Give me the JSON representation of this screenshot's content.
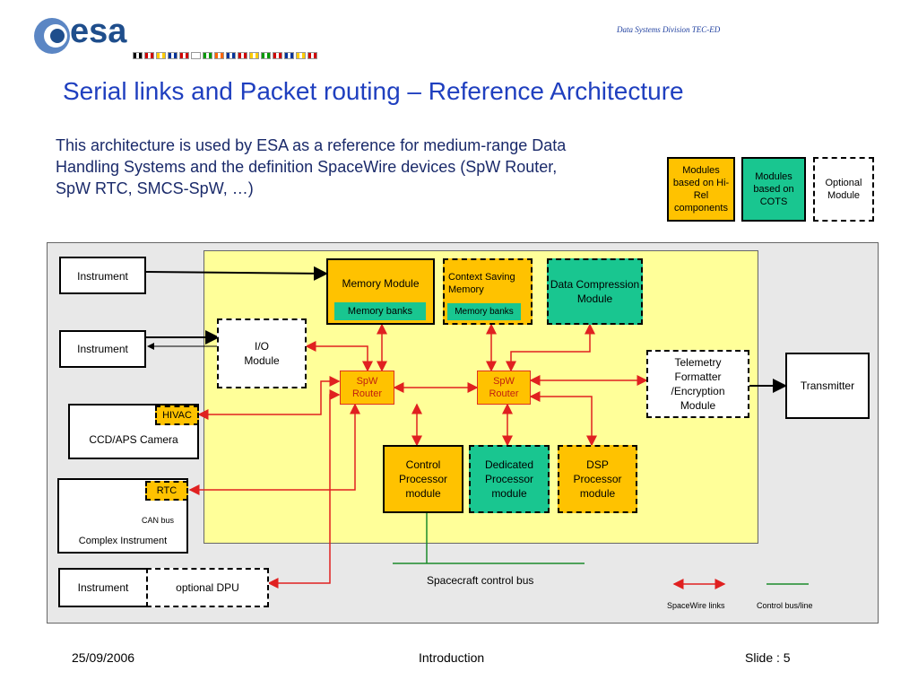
{
  "header": {
    "logo": "esa",
    "division": "Data Systems Division TEC-ED",
    "flag_colors": [
      "#000000",
      "#d00000",
      "#ffcc00",
      "#003399",
      "#d00000",
      "#ffffff",
      "#009900",
      "#ff6600",
      "#003399",
      "#d00000",
      "#ffcc00",
      "#009900",
      "#d00000",
      "#003399",
      "#ffcc00",
      "#d00000"
    ]
  },
  "slide": {
    "title": "Serial links and Packet routing – Reference Architecture",
    "intro": "This architecture is used by ESA as a reference for medium-range Data Handling Systems and the definition SpaceWire devices (SpW Router, SpW RTC, SMCS-SpW, …)"
  },
  "legend": {
    "hirel": "Modules based on Hi-Rel components",
    "cots": "Modules based on COTS",
    "optional": "Optional Module",
    "spacewire_links": "SpaceWire links",
    "control_bus": "Control bus/line"
  },
  "diagram": {
    "instrument_1": "Instrument",
    "instrument_2": "Instrument",
    "instrument_3": "Instrument",
    "memory_module": "Memory Module",
    "memory_banks_1": "Memory banks",
    "context_saving": "Context Saving Memory",
    "memory_banks_2": "Memory banks",
    "data_compression": "Data Compression Module",
    "io_module": "I/O Module",
    "spw_router_1": "SpW Router",
    "spw_router_2": "SpW Router",
    "telemetry": "Telemetry Formatter /Encryption Module",
    "transmitter": "Transmitter",
    "hivac": "HIVAC",
    "ccd_camera": "CCD/APS Camera",
    "control_processor": "Control Processor module",
    "dedicated_processor": "Dedicated Processor module",
    "dsp_processor": "DSP Processor module",
    "rtc": "RTC",
    "can_bus": "CAN bus",
    "complex_instrument": "Complex Instrument",
    "optional_dpu": "optional DPU",
    "spacecraft_bus": "Spacecraft control bus"
  },
  "footer": {
    "date": "25/09/2006",
    "section": "Introduction",
    "slide": "Slide : 5"
  }
}
